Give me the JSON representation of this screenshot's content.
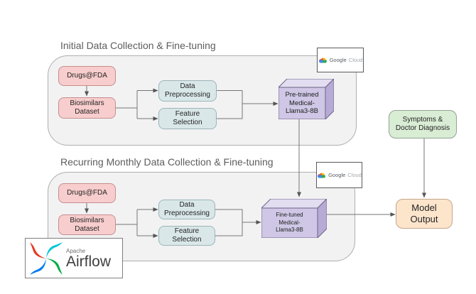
{
  "sections": {
    "initial": {
      "title": "Initial Data Collection & Fine-tuning",
      "drugs_fda": "Drugs@FDA",
      "biosimilars": [
        "Biosimilars",
        "Dataset"
      ],
      "data_preprocessing": [
        "Data",
        "Preprocessing"
      ],
      "feature_selection": [
        "Feature",
        "Selection"
      ],
      "model": [
        "Pre-trained",
        "Medical-",
        "Llama3-8B"
      ]
    },
    "recurring": {
      "title": "Recurring Monthly Data Collection & Fine-tuning",
      "drugs_fda": "Drugs@FDA",
      "biosimilars": [
        "Biosimilars",
        "Dataset"
      ],
      "data_preprocessing": [
        "Data",
        "Preprocessing"
      ],
      "feature_selection": [
        "Feature",
        "Selection"
      ],
      "model": [
        "Fine-tuned",
        "Medical-",
        "Llama3-8B"
      ]
    }
  },
  "right_panel": {
    "symptoms": [
      "Symptoms &",
      "Doctor Diagnosis"
    ],
    "model_output": [
      "Model",
      "Output"
    ]
  },
  "badges": {
    "google_cloud": {
      "name": "Google",
      "suffix": "Cloud"
    }
  },
  "logos": {
    "airflow": {
      "line1": "Apache",
      "line2": "Airflow"
    }
  },
  "colors": {
    "section_bg": "#f2f2f3",
    "pink_fill": "#f8cdcd",
    "blue_fill": "#d9e7e9",
    "purple_front": "#cfc7e5",
    "purple_top": "#e3ddf1",
    "purple_side": "#b7abd5",
    "purple_stroke": "#6e6287",
    "green_fill": "#d9ecd4",
    "orange_fill": "#fde5cc",
    "airflow_red": "#e43921",
    "airflow_cyan": "#00c7d4",
    "airflow_green": "#00ad46",
    "airflow_blue": "#017cee",
    "google_blue": "#4285f4",
    "google_red": "#ea4335",
    "google_yellow": "#fbbc05",
    "google_green": "#34a853"
  }
}
